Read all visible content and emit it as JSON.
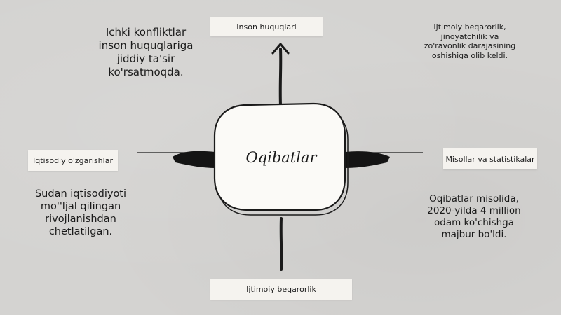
{
  "diagram": {
    "center": {
      "label": "Oqibatlar"
    },
    "branches": {
      "top": {
        "label": "Inson huquqlari"
      },
      "left": {
        "label": "Iqtisodiy o'zgarishlar"
      },
      "right": {
        "label": "Misollar va statistikalar"
      },
      "bottom": {
        "label": "Ijtimoiy beqarorlik"
      }
    },
    "notes": {
      "top_left": "Ichki konfliktlar\ninson huquqlariga\njiddiy ta'sir\nko'rsatmoqda.",
      "top_right": "Ijtimoiy beqarorlik,\njinoyatchilik va\nzo'ravonlik darajasining\noshishiga olib keldi.",
      "bottom_left": "Sudan iqtisodiyoti\nmo''ljal qilingan\nrivojlanishdan\nchetlatilgan.",
      "bottom_right": "Oqibatlar misolida,\n2020-yilda 4 million\nodam ko'chishga\nmajbur bo'ldi."
    },
    "colors": {
      "background": "#d4d3d1",
      "box_fill": "#f5f3ef",
      "ink": "#1a1a1a",
      "center_fill": "#fbfaf7"
    }
  }
}
